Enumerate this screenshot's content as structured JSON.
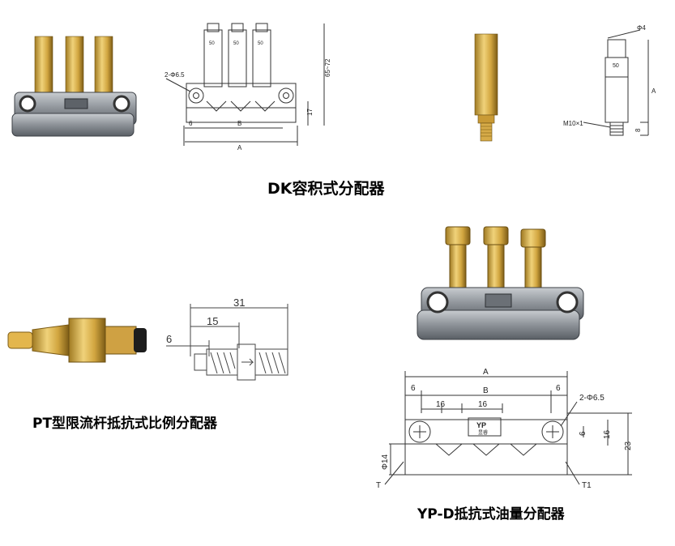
{
  "captions": {
    "dk": "DK容积式分配器",
    "pt": "PT型限流杆抵抗式比例分配器",
    "ypd": "YP-D抵抗式油量分配器"
  },
  "dk_drawing": {
    "hole_label": "2-Φ6.5",
    "dim_65_72": "65~72",
    "dim_17": "17",
    "dim_6": "6",
    "dim_b": "B",
    "dim_a": "A",
    "cap_mark": "50"
  },
  "dk_unit_drawing": {
    "dim_phi4": "Φ4",
    "cap_mark": "50",
    "thread": "M10×1",
    "dim_a": "A",
    "dim_8": "8"
  },
  "pt_drawing": {
    "dim_31": "31",
    "dim_15": "15",
    "dim_6": "6"
  },
  "ypd_drawing": {
    "dim_a": "A",
    "dim_b": "B",
    "dim_6_left": "6",
    "dim_6_right": "6",
    "dim_16_a": "16",
    "dim_16_b": "16",
    "hole_label": "2-Φ6.5",
    "dim_6_vert": "6",
    "dim_16_vert": "16",
    "dim_23": "23",
    "dim_phi14": "Φ14",
    "label_t": "T",
    "label_t1": "T1",
    "logo_text": "YP",
    "logo_sub": "昱睿"
  },
  "colors": {
    "brass": "#d9b24a",
    "brass_dark": "#8a6a1c",
    "steel": "#9aa0a6",
    "steel_dark": "#4a4f55",
    "line": "#333333"
  }
}
